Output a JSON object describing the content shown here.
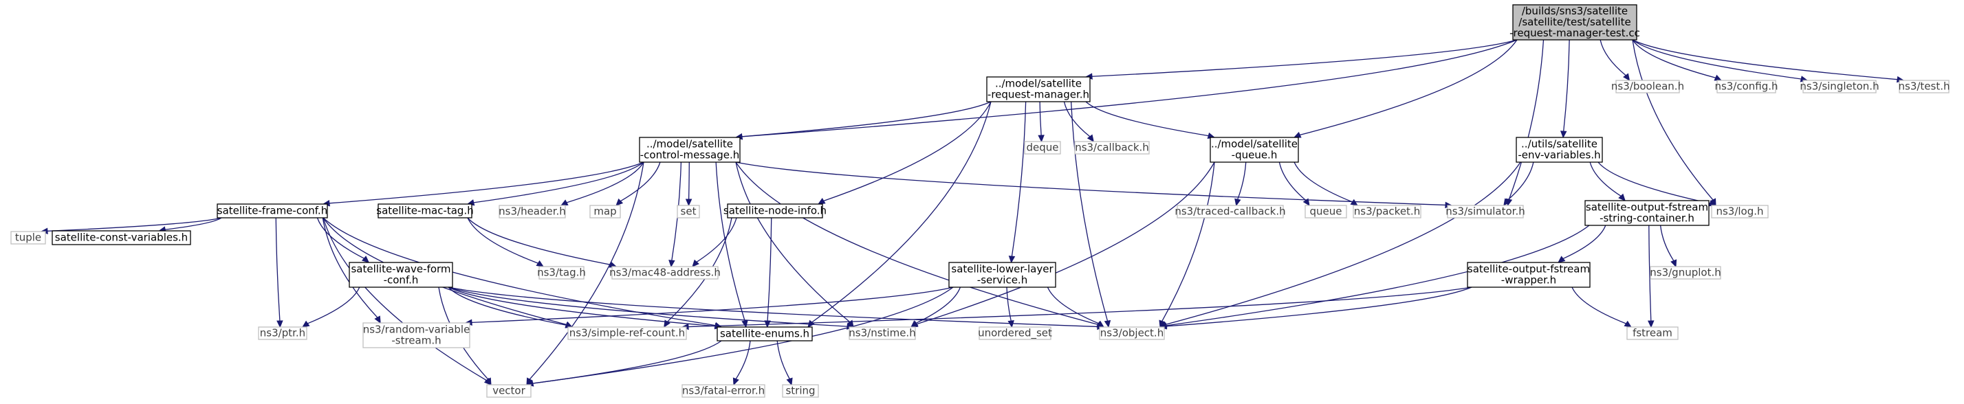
{
  "colors": {
    "edge": "#191970",
    "main_fill": "#bfbfbf",
    "box_border": "#000000",
    "external_border": "#bfbfbf",
    "background": "#ffffff"
  },
  "nodes": [
    {
      "id": "root",
      "kind": "main",
      "lines": [
        "/builds/sns3/satellite",
        "/satellite/test/satellite",
        "-request-manager-test.cc"
      ]
    },
    {
      "id": "reqmgr",
      "kind": "local",
      "lines": [
        "../model/satellite",
        "-request-manager.h"
      ]
    },
    {
      "id": "ctrlmsg",
      "kind": "local",
      "lines": [
        "../model/satellite",
        "-control-message.h"
      ]
    },
    {
      "id": "queue",
      "kind": "local",
      "lines": [
        "../model/satellite",
        "-queue.h"
      ]
    },
    {
      "id": "envvars",
      "kind": "local",
      "lines": [
        "../utils/satellite",
        "-env-variables.h"
      ]
    },
    {
      "id": "boolean",
      "kind": "ext",
      "lines": [
        "ns3/boolean.h"
      ]
    },
    {
      "id": "config",
      "kind": "ext",
      "lines": [
        "ns3/config.h"
      ]
    },
    {
      "id": "singleton",
      "kind": "ext",
      "lines": [
        "ns3/singleton.h"
      ]
    },
    {
      "id": "test",
      "kind": "ext",
      "lines": [
        "ns3/test.h"
      ]
    },
    {
      "id": "deque",
      "kind": "ext",
      "lines": [
        "deque"
      ]
    },
    {
      "id": "callback",
      "kind": "ext",
      "lines": [
        "ns3/callback.h"
      ]
    },
    {
      "id": "framecnf",
      "kind": "local",
      "lines": [
        "satellite-frame-conf.h"
      ]
    },
    {
      "id": "mactag",
      "kind": "local",
      "lines": [
        "satellite-mac-tag.h"
      ]
    },
    {
      "id": "header",
      "kind": "ext",
      "lines": [
        "ns3/header.h"
      ]
    },
    {
      "id": "map",
      "kind": "ext",
      "lines": [
        "map"
      ]
    },
    {
      "id": "set",
      "kind": "ext",
      "lines": [
        "set"
      ]
    },
    {
      "id": "nodeinfo",
      "kind": "local",
      "lines": [
        "satellite-node-info.h"
      ]
    },
    {
      "id": "tracedcb",
      "kind": "ext",
      "lines": [
        "ns3/traced-callback.h"
      ]
    },
    {
      "id": "queuestl",
      "kind": "ext",
      "lines": [
        "queue"
      ]
    },
    {
      "id": "packet",
      "kind": "ext",
      "lines": [
        "ns3/packet.h"
      ]
    },
    {
      "id": "simulator",
      "kind": "ext",
      "lines": [
        "ns3/simulator.h"
      ]
    },
    {
      "id": "outstrc",
      "kind": "local",
      "lines": [
        "satellite-output-fstream",
        "-string-container.h"
      ]
    },
    {
      "id": "log",
      "kind": "ext",
      "lines": [
        "ns3/log.h"
      ]
    },
    {
      "id": "tuple",
      "kind": "ext",
      "lines": [
        "tuple"
      ]
    },
    {
      "id": "constvars",
      "kind": "local",
      "lines": [
        "satellite-const-variables.h"
      ]
    },
    {
      "id": "waveform",
      "kind": "local",
      "lines": [
        "satellite-wave-form",
        "-conf.h"
      ]
    },
    {
      "id": "tag",
      "kind": "ext",
      "lines": [
        "ns3/tag.h"
      ]
    },
    {
      "id": "mac48",
      "kind": "ext",
      "lines": [
        "ns3/mac48-address.h"
      ]
    },
    {
      "id": "lowerlayer",
      "kind": "local",
      "lines": [
        "satellite-lower-layer",
        "-service.h"
      ]
    },
    {
      "id": "gnuplot",
      "kind": "ext",
      "lines": [
        "ns3/gnuplot.h"
      ]
    },
    {
      "id": "outwrap",
      "kind": "local",
      "lines": [
        "satellite-output-fstream",
        "-wrapper.h"
      ]
    },
    {
      "id": "ptr",
      "kind": "ext",
      "lines": [
        "ns3/ptr.h"
      ]
    },
    {
      "id": "randvar",
      "kind": "ext",
      "lines": [
        "ns3/random-variable",
        "-stream.h"
      ]
    },
    {
      "id": "simpleref",
      "kind": "ext",
      "lines": [
        "ns3/simple-ref-count.h"
      ]
    },
    {
      "id": "enums",
      "kind": "local",
      "lines": [
        "satellite-enums.h"
      ]
    },
    {
      "id": "nstime",
      "kind": "ext",
      "lines": [
        "ns3/nstime.h"
      ]
    },
    {
      "id": "unordset",
      "kind": "ext",
      "lines": [
        "unordered_set"
      ]
    },
    {
      "id": "object",
      "kind": "ext",
      "lines": [
        "ns3/object.h"
      ]
    },
    {
      "id": "fstream",
      "kind": "ext",
      "lines": [
        "fstream"
      ]
    },
    {
      "id": "vector",
      "kind": "ext",
      "lines": [
        "vector"
      ]
    },
    {
      "id": "fatalerr",
      "kind": "ext",
      "lines": [
        "ns3/fatal-error.h"
      ]
    },
    {
      "id": "string",
      "kind": "ext",
      "lines": [
        "string"
      ]
    }
  ],
  "edges": [
    [
      "root",
      "reqmgr"
    ],
    [
      "root",
      "ctrlmsg"
    ],
    [
      "root",
      "queue"
    ],
    [
      "root",
      "envvars"
    ],
    [
      "root",
      "boolean"
    ],
    [
      "root",
      "config"
    ],
    [
      "root",
      "singleton"
    ],
    [
      "root",
      "test"
    ],
    [
      "root",
      "simulator"
    ],
    [
      "root",
      "log"
    ],
    [
      "reqmgr",
      "ctrlmsg"
    ],
    [
      "reqmgr",
      "queue"
    ],
    [
      "reqmgr",
      "deque"
    ],
    [
      "reqmgr",
      "callback"
    ],
    [
      "reqmgr",
      "nodeinfo"
    ],
    [
      "reqmgr",
      "lowerlayer"
    ],
    [
      "reqmgr",
      "enums"
    ],
    [
      "reqmgr",
      "object"
    ],
    [
      "ctrlmsg",
      "framecnf"
    ],
    [
      "ctrlmsg",
      "mactag"
    ],
    [
      "ctrlmsg",
      "header"
    ],
    [
      "ctrlmsg",
      "map"
    ],
    [
      "ctrlmsg",
      "set"
    ],
    [
      "ctrlmsg",
      "mac48"
    ],
    [
      "ctrlmsg",
      "simulator"
    ],
    [
      "ctrlmsg",
      "enums"
    ],
    [
      "ctrlmsg",
      "nstime"
    ],
    [
      "ctrlmsg",
      "object"
    ],
    [
      "ctrlmsg",
      "vector"
    ],
    [
      "queue",
      "tracedcb"
    ],
    [
      "queue",
      "queuestl"
    ],
    [
      "queue",
      "packet"
    ],
    [
      "queue",
      "object"
    ],
    [
      "queue",
      "nstime"
    ],
    [
      "envvars",
      "simulator"
    ],
    [
      "envvars",
      "outstrc"
    ],
    [
      "envvars",
      "log"
    ],
    [
      "envvars",
      "object"
    ],
    [
      "outstrc",
      "outwrap"
    ],
    [
      "outstrc",
      "gnuplot"
    ],
    [
      "outstrc",
      "fstream"
    ],
    [
      "outstrc",
      "object"
    ],
    [
      "outwrap",
      "fstream"
    ],
    [
      "outwrap",
      "object"
    ],
    [
      "outwrap",
      "simpleref"
    ],
    [
      "framecnf",
      "tuple"
    ],
    [
      "framecnf",
      "constvars"
    ],
    [
      "framecnf",
      "waveform"
    ],
    [
      "framecnf",
      "ptr"
    ],
    [
      "framecnf",
      "randvar"
    ],
    [
      "framecnf",
      "simpleref"
    ],
    [
      "framecnf",
      "enums"
    ],
    [
      "framecnf",
      "vector"
    ],
    [
      "waveform",
      "ptr"
    ],
    [
      "waveform",
      "simpleref"
    ],
    [
      "waveform",
      "enums"
    ],
    [
      "waveform",
      "nstime"
    ],
    [
      "waveform",
      "object"
    ],
    [
      "waveform",
      "vector"
    ],
    [
      "mactag",
      "tag"
    ],
    [
      "mactag",
      "mac48"
    ],
    [
      "nodeinfo",
      "mac48"
    ],
    [
      "nodeinfo",
      "enums"
    ],
    [
      "nodeinfo",
      "simpleref"
    ],
    [
      "lowerlayer",
      "randvar"
    ],
    [
      "lowerlayer",
      "nstime"
    ],
    [
      "lowerlayer",
      "unordset"
    ],
    [
      "lowerlayer",
      "object"
    ],
    [
      "lowerlayer",
      "vector"
    ],
    [
      "enums",
      "vector"
    ],
    [
      "enums",
      "fatalerr"
    ],
    [
      "enums",
      "string"
    ]
  ]
}
